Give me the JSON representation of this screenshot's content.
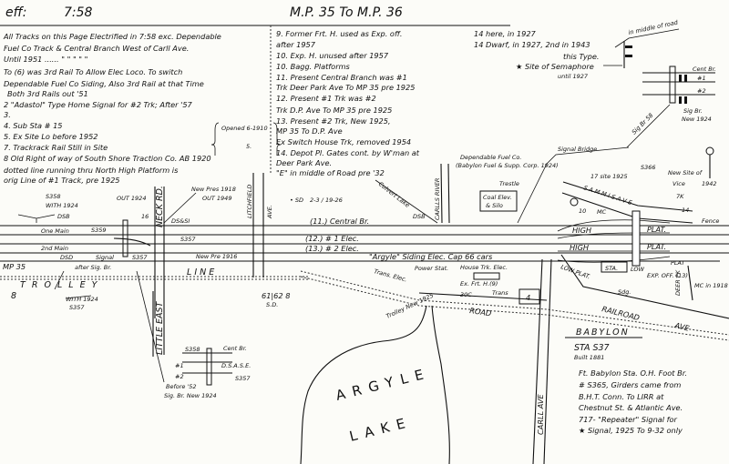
{
  "header": {
    "eff_label": "eff:",
    "eff_value": "7:58",
    "title": "M.P. 35   To   M.P. 36"
  },
  "notes_left": [
    "All Tracks on this Page Electrified in 7:58 exc. Dependable",
    "Fuel Co Track & Central Branch West of Carll Ave.",
    "Until 1951 ......  \"     \"     \"     \"     \"",
    "To (6) was 3rd Rail To Allow Elec Loco. To switch",
    "Dependable Fuel Co Siding, Also 3rd Rail at that Time",
    "Both 3rd Rails out '51",
    "2 \"Adastol\" Type Home Signal for #2 Trk; After '57",
    "3.",
    "4. Sub Sta # 15",
    "5. Ex Site Lo before 1952",
    "7. Trackrack Rail Still in Site",
    "8 Old Right of way of South Shore Traction Co. AB 1920",
    "dotted line running thru North High Platform is",
    "orig Line of #1 Track, pre 1925"
  ],
  "notes_brace": {
    "opened": "Opened 6-1910",
    "num": "5."
  },
  "notes_middle": [
    "9. Former Frt. H. used as Exp. off.",
    "after 1957",
    "10. Exp. H. unused after 1957",
    "10. Bagg. Platforms",
    "11. Present Central Branch was #1",
    "Trk Deer Park Ave To MP 35 pre 1925",
    "12. Present #1 Trk was #2",
    "Trk D.P. Ave To MP 35 pre 1925",
    "13. Present #2 Trk, New 1925,",
    "MP 35 To D.P. Ave",
    "Ex Switch House Trk, removed 1954",
    "14. Depot Pl. Gates cont. by W'man at",
    "Deer Park Ave.",
    "\"E\" in middle of Road pre '32"
  ],
  "notes_right": [
    "14  here, in 1927",
    "14  Dwarf, in 1927, 2nd in 1943",
    "in middle of road",
    "this Type.",
    "★ Site of Semaphore",
    "until 1927"
  ],
  "signal_bridge_top": {
    "tracks": [
      "Cent Br.",
      "#1",
      "#2"
    ],
    "label": "Sig Br.",
    "label2": "New 1924",
    "diag": "Sig Br 58"
  },
  "tracks": {
    "one_main": "One Main",
    "second_main": "2nd Main",
    "central": "(11.) Central Br.",
    "track1": "(12.) # 1     Elec.",
    "track2": "(13.) # 2     Elec.",
    "argyle": "\"Argyle\" Siding  Elec.  Cap 66 cars",
    "trolley": "T R O L L E Y",
    "line": "L I N E",
    "mp": "MP 35",
    "eight": "8"
  },
  "streets": {
    "neck_rd": "NECK RD.",
    "little_east": "LITTLE EAST",
    "litchfield": "LITCHFIELD",
    "ave": "AVE.",
    "carlls_river": "CARLLS RIVER",
    "sammis": "S A M M I S   A V E",
    "railroad": "RAILROAD",
    "railroad_ave": "AVE",
    "road": "ROAD",
    "carll_ave": "CARLL AVE",
    "deer_park": "DEER PK"
  },
  "labels": {
    "s358": "S358",
    "with_1924": "WITH 1924",
    "dsb": "DSB",
    "out_1924": "OUT 1924",
    "n16": "16",
    "s359": "S359",
    "dsasi": "DS&SI",
    "s357": "S357",
    "new_pres": "New Pre 1916",
    "new_pres_out": "New Pres 1918",
    "out_1949": "OUT 1949",
    "signal": "Signal",
    "after_br": "after Sig. Br.",
    "s357b": "S357",
    "dsd": "DSD",
    "with_1924b": "WITH 1924",
    "s357c": "S357",
    "sd": "• SD",
    "sd_vals": "2-3 / 19-26",
    "culvert": "Culvert Lake",
    "dsb2": "DSB",
    "s61": "61|62 8",
    "sd2": "S.D.",
    "trans": "Trans. Elec.",
    "power": "Power Stat.",
    "house": "House Trk. Elec.",
    "exfrt": "Ex. Frt. H.(9)",
    "n30": "30C",
    "trans2": "Trans",
    "n4": "4",
    "trolley_new": "Trolley New 1925",
    "dep_fuel": "Dependable Fuel Co.",
    "dep_fuel2": "(Babylon Fuel & Supp. Corp. 1924)",
    "coal": "Coal Elev.",
    "coal2": "& Silo",
    "trestle": "Trestle",
    "signal_bridge": "Signal Bridge",
    "site1925": "17 site 1925",
    "s366": "S366",
    "new_site": "New Site of",
    "n1942": "1942",
    "vice": "Vice",
    "fence": "Fence",
    "high1": "HIGH",
    "plat1": "PLAT.",
    "high2": "HIGH",
    "plat2": "PLAT.",
    "mc": "MC",
    "n10": "10",
    "low_plat": "LOW PLAT.",
    "sta": "STA.",
    "low": "LOW",
    "exp": "EXP. OFF. (13)",
    "plat": "PLAT",
    "sdg": "Sdg.",
    "mc1918": "MC in 1918",
    "tk7": "7K",
    "n14": "14",
    "before52": "Before '52",
    "sig_br_new": "Sig. Br. New 1924",
    "s358b": "S358",
    "cent_br": "Cent Br.",
    "h1": "#1",
    "h2": "#2",
    "s357d": "S357",
    "dsase": "D.S.A.S.E."
  },
  "lake": {
    "line1": "ARGYLE",
    "line2": "LAKE"
  },
  "station": {
    "name": "BABYLON",
    "sta": "STA S37",
    "built": "Built 1881"
  },
  "notes_bottom": [
    "Ft. Babylon Sta. O.H. Foot Br.",
    "# S365, Girders came from",
    "B.H.T. Conn. To LIRR at",
    "Chestnut St. & Atlantic Ave.",
    "717- \"Repeater\" Signal for",
    "★ Signal, 1925 To 9-32 only"
  ]
}
